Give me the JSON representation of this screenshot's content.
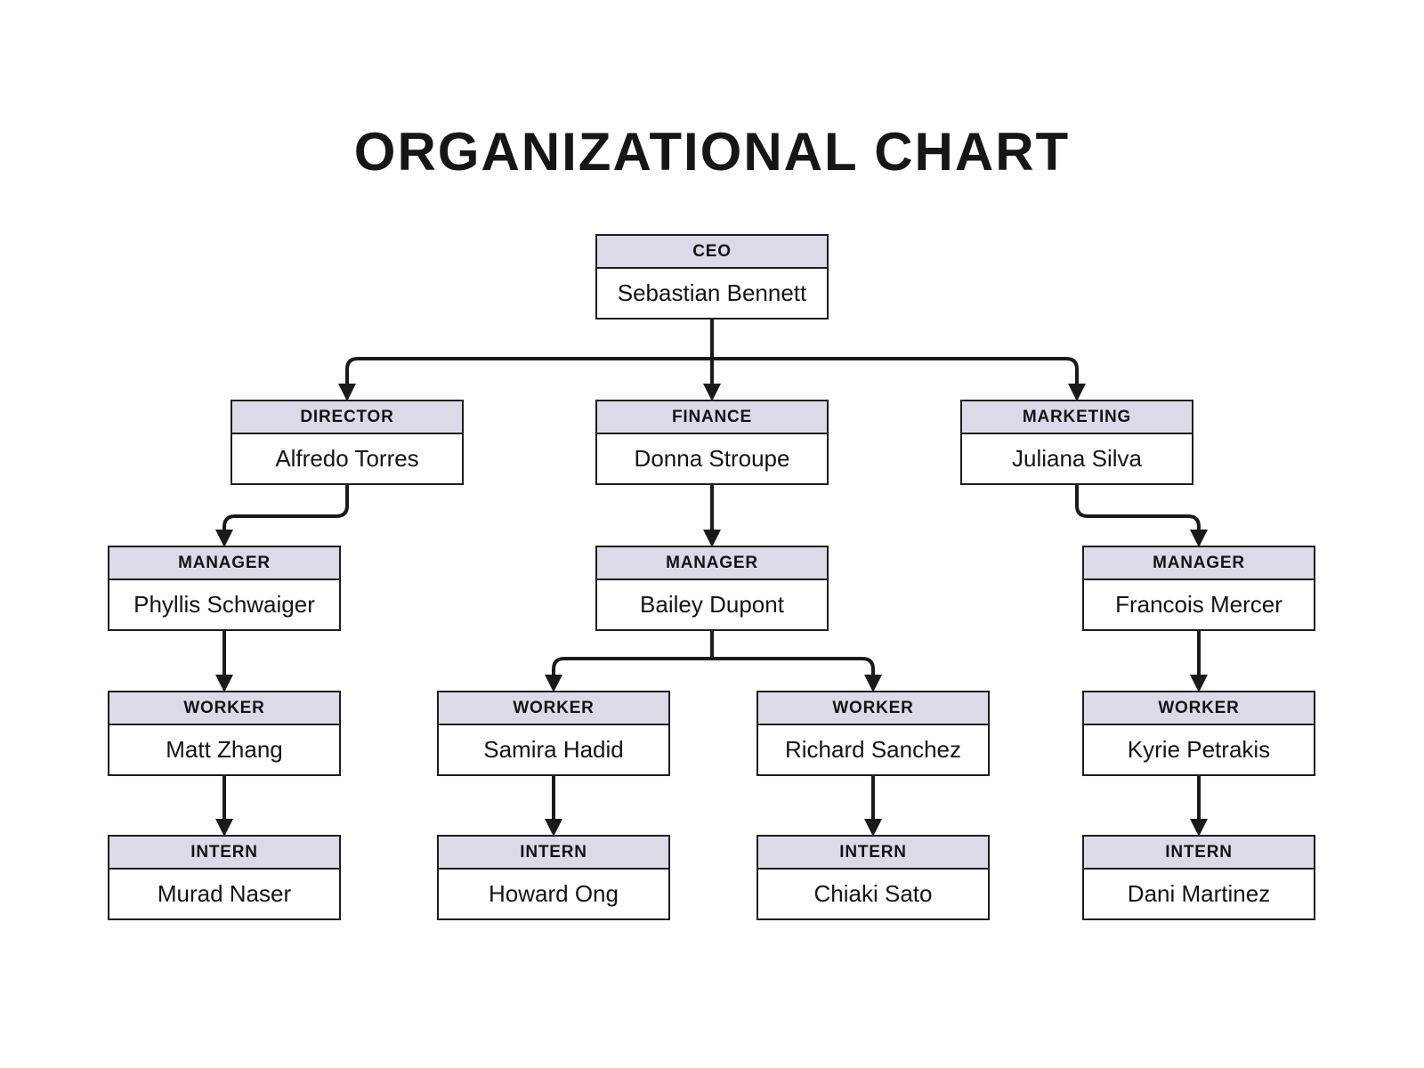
{
  "title": "ORGANIZATIONAL CHART",
  "org": {
    "nodes": [
      {
        "id": "ceo",
        "role": "CEO",
        "name": "Sebastian Bennett"
      },
      {
        "id": "director",
        "role": "DIRECTOR",
        "name": "Alfredo Torres"
      },
      {
        "id": "finance",
        "role": "FINANCE",
        "name": "Donna Stroupe"
      },
      {
        "id": "marketing",
        "role": "MARKETING",
        "name": "Juliana Silva"
      },
      {
        "id": "manager-director",
        "role": "MANAGER",
        "name": "Phyllis Schwaiger"
      },
      {
        "id": "manager-finance",
        "role": "MANAGER",
        "name": "Bailey Dupont"
      },
      {
        "id": "manager-marketing",
        "role": "MANAGER",
        "name": "Francois Mercer"
      },
      {
        "id": "worker-director",
        "role": "WORKER",
        "name": "Matt Zhang"
      },
      {
        "id": "worker-finance-1",
        "role": "WORKER",
        "name": "Samira Hadid"
      },
      {
        "id": "worker-finance-2",
        "role": "WORKER",
        "name": "Richard Sanchez"
      },
      {
        "id": "worker-marketing",
        "role": "WORKER",
        "name": "Kyrie Petrakis"
      },
      {
        "id": "intern-director",
        "role": "INTERN",
        "name": "Murad Naser"
      },
      {
        "id": "intern-finance-1",
        "role": "INTERN",
        "name": "Howard Ong"
      },
      {
        "id": "intern-finance-2",
        "role": "INTERN",
        "name": "Chiaki Sato"
      },
      {
        "id": "intern-marketing",
        "role": "INTERN",
        "name": "Dani Martinez"
      }
    ],
    "edges": [
      {
        "from": "ceo",
        "to": "director"
      },
      {
        "from": "ceo",
        "to": "finance"
      },
      {
        "from": "ceo",
        "to": "marketing"
      },
      {
        "from": "director",
        "to": "manager-director"
      },
      {
        "from": "finance",
        "to": "manager-finance"
      },
      {
        "from": "marketing",
        "to": "manager-marketing"
      },
      {
        "from": "manager-director",
        "to": "worker-director"
      },
      {
        "from": "manager-finance",
        "to": "worker-finance-1"
      },
      {
        "from": "manager-finance",
        "to": "worker-finance-2"
      },
      {
        "from": "manager-marketing",
        "to": "worker-marketing"
      },
      {
        "from": "worker-director",
        "to": "intern-director"
      },
      {
        "from": "worker-finance-1",
        "to": "intern-finance-1"
      },
      {
        "from": "worker-finance-2",
        "to": "intern-finance-2"
      },
      {
        "from": "worker-marketing",
        "to": "intern-marketing"
      }
    ]
  },
  "colors": {
    "background": "#ffffff",
    "box_header_fill": "#dbdae9",
    "box_body_fill": "#ffffff",
    "box_border": "#1d1d1f",
    "connector": "#1a1a1a",
    "title_text": "#161616",
    "text": "#141414"
  }
}
